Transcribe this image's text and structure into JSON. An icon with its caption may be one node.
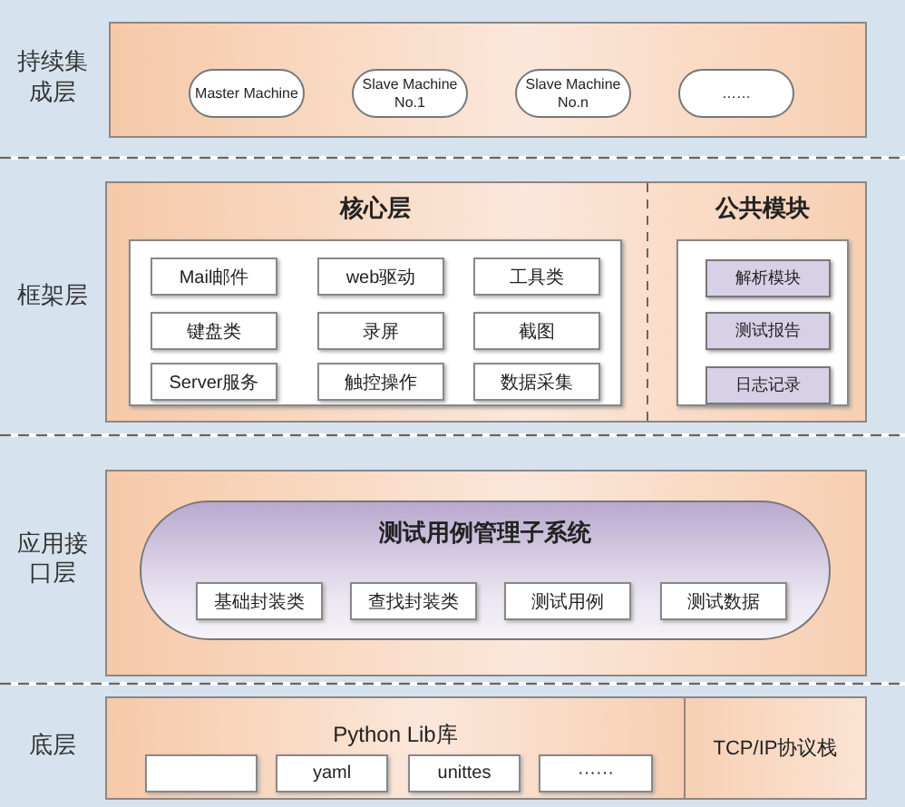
{
  "diagram": {
    "nodes": [
      {
        "text": [
          "持续集成层"
        ]
      },
      {
        "text": [],
        "shape": "box",
        "in": 0
      },
      {
        "text": [
          "Master Machine"
        ],
        "in": 1
      },
      {
        "text": [
          "Slave Machine No.1"
        ],
        "in": 1
      },
      {
        "text": [
          "Slave Machine No.n"
        ],
        "in": 1
      },
      {
        "text": [
          "……"
        ],
        "in": 1
      },
      {
        "text": [
          "框架层"
        ]
      },
      {
        "text": [],
        "shape": "box",
        "in": 6
      },
      {
        "text": [
          "核心层"
        ],
        "in": 7
      },
      {
        "text": [
          "Mail邮件"
        ],
        "in": 8
      },
      {
        "text": [
          "web驱动"
        ],
        "in": 8
      },
      {
        "text": [
          "工具类"
        ],
        "in": 8
      },
      {
        "text": [
          "键盘类"
        ],
        "in": 8
      },
      {
        "text": [
          "录屏"
        ],
        "in": 8
      },
      {
        "text": [
          "截图"
        ],
        "in": 8
      },
      {
        "text": [
          "Server服务"
        ],
        "in": 8
      },
      {
        "text": [
          "触控操作"
        ],
        "in": 8
      },
      {
        "text": [
          "数据采集"
        ],
        "in": 8
      },
      {
        "text": [
          "公共模块"
        ],
        "in": 7
      },
      {
        "text": [
          "解析模块"
        ],
        "in": 18
      },
      {
        "text": [
          "测试报告"
        ],
        "in": 18
      },
      {
        "text": [
          "日志记录"
        ],
        "in": 18
      },
      {
        "text": [
          "应用接口层"
        ]
      },
      {
        "text": [],
        "shape": "box",
        "in": 22
      },
      {
        "text": [
          "测试用例管理子系统"
        ],
        "in": 23
      },
      {
        "text": [
          "基础封装类"
        ],
        "in": 24
      },
      {
        "text": [
          "查找封装类"
        ],
        "in": 24
      },
      {
        "text": [
          "测试用例"
        ],
        "in": 24
      },
      {
        "text": [
          "测试数据"
        ],
        "in": 24
      },
      {
        "text": [
          "底层"
        ]
      },
      {
        "text": [
          "Python Lib库"
        ],
        "in": 29
      },
      {
        "text": [],
        "shape": "box",
        "in": 30
      },
      {
        "text": [
          "yaml"
        ],
        "in": 30
      },
      {
        "text": [
          "unittes"
        ],
        "in": 30
      },
      {
        "text": [
          "······"
        ],
        "in": 30
      },
      {
        "text": [
          "TCP/IP协议栈"
        ],
        "in": 29
      }
    ]
  }
}
